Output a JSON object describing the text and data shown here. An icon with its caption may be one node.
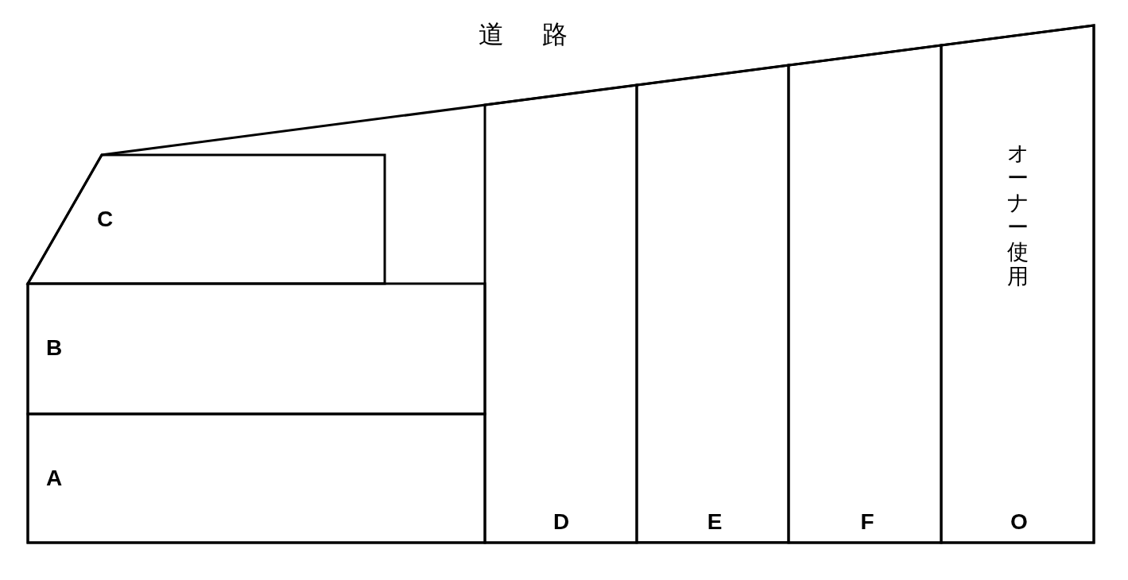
{
  "diagram": {
    "nodes": [
      {
        "text": [
          "C"
        ]
      },
      {
        "text": [
          "B"
        ]
      },
      {
        "text": [
          "A"
        ]
      },
      {
        "text": [
          "D"
        ]
      },
      {
        "text": [
          "E"
        ]
      },
      {
        "text": [
          "F"
        ]
      },
      {
        "text": [
          "オーナー使用",
          "O"
        ]
      }
    ],
    "labels": [
      "道路"
    ]
  }
}
